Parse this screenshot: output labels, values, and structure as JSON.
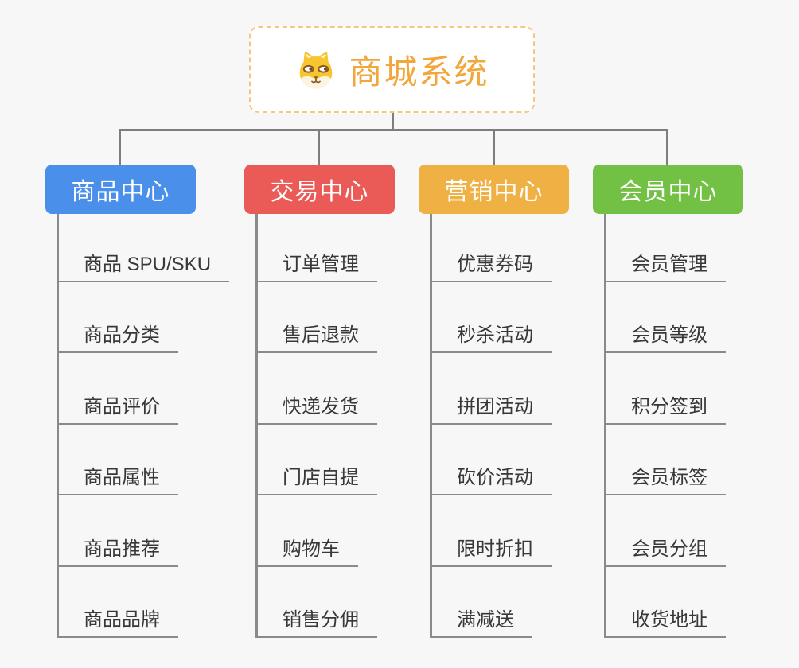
{
  "app": {
    "background": "#f7f7f7",
    "connector_color": "#7e7e7e",
    "underline_color": "#8a8a8a"
  },
  "root": {
    "title": "商城系统",
    "icon": "dog-face-icon",
    "accent_color": "#f1a73c",
    "border_color": "#f3c97e"
  },
  "branches": [
    {
      "label": "商品中心",
      "color": "#4a90ea",
      "children": [
        "商品 SPU/SKU",
        "商品分类",
        "商品评价",
        "商品属性",
        "商品推荐",
        "商品品牌"
      ]
    },
    {
      "label": "交易中心",
      "color": "#ea5b57",
      "children": [
        "订单管理",
        "售后退款",
        "快递发货",
        "门店自提",
        "购物车",
        "销售分佣"
      ]
    },
    {
      "label": "营销中心",
      "color": "#efb044",
      "children": [
        "优惠券码",
        "秒杀活动",
        "拼团活动",
        "砍价活动",
        "限时折扣",
        "满减送"
      ]
    },
    {
      "label": "会员中心",
      "color": "#73c144",
      "children": [
        "会员管理",
        "会员等级",
        "积分签到",
        "会员标签",
        "会员分组",
        "收货地址"
      ]
    }
  ]
}
